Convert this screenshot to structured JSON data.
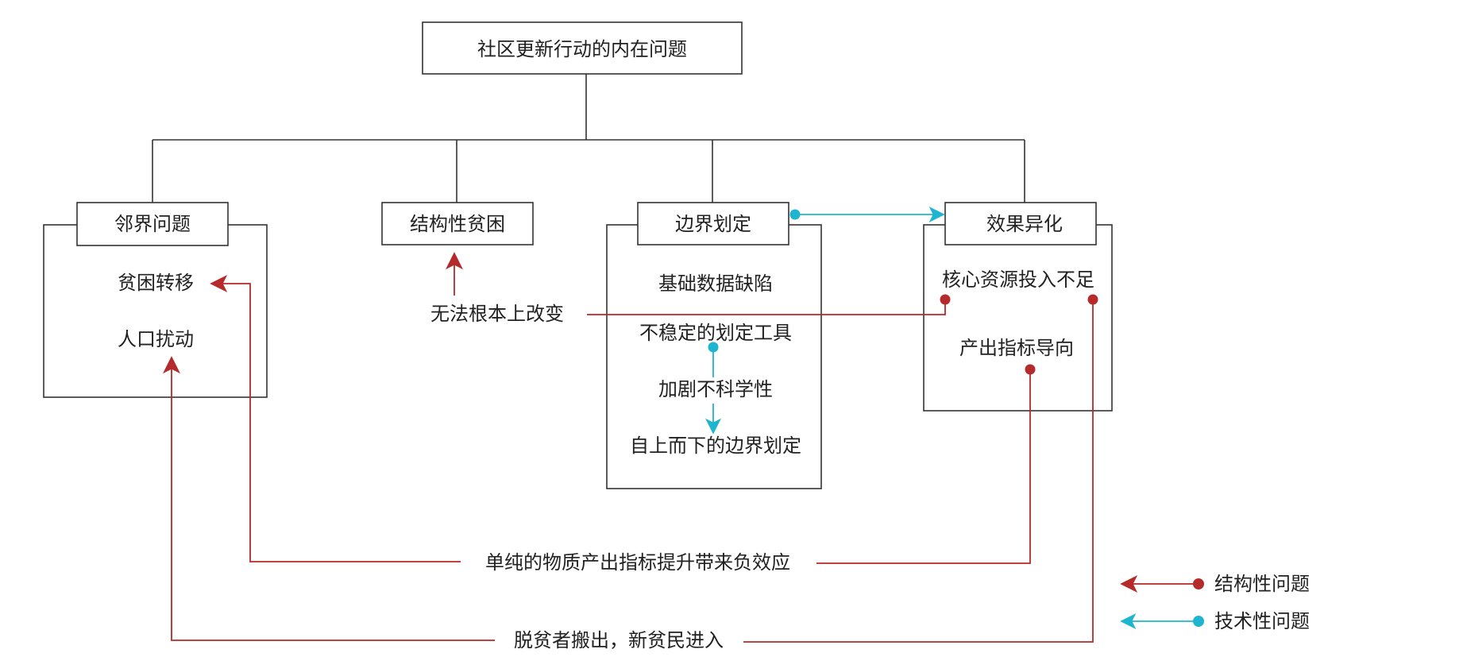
{
  "root": "社区更新行动的内在问题",
  "categories": {
    "neighbor": {
      "title": "邻界问题",
      "items": [
        "贫困转移",
        "人口扰动"
      ]
    },
    "structural": {
      "title": "结构性贫困",
      "note": "无法根本上改变"
    },
    "boundary": {
      "title": "边界划定",
      "items": [
        "基础数据缺陷",
        "不稳定的划定工具",
        "加剧不科学性",
        "自上而下的边界划定"
      ]
    },
    "effect": {
      "title": "效果异化",
      "items": [
        "核心资源投入不足",
        "产出指标导向"
      ]
    }
  },
  "connectors": {
    "material": "单纯的物质产出指标提升带来负效应",
    "migration": "脱贫者搬出，新贫民进入"
  },
  "legend": {
    "structural": "结构性问题",
    "technical": "技术性问题"
  },
  "colors": {
    "structural": "#b52a2a",
    "technical": "#1fb4d0",
    "line": "#333333"
  }
}
